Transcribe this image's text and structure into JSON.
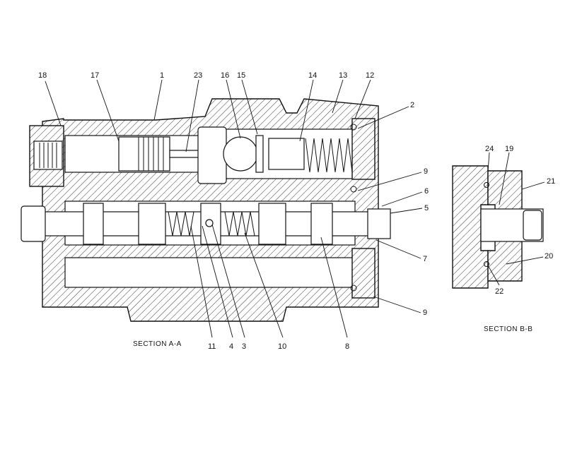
{
  "captions": {
    "section_aa": "SECTION  A-A",
    "section_bb": "SECTION  B-B"
  },
  "callouts": [
    {
      "id": "18",
      "label": "18"
    },
    {
      "id": "17",
      "label": "17"
    },
    {
      "id": "1",
      "label": "1"
    },
    {
      "id": "23",
      "label": "23"
    },
    {
      "id": "16",
      "label": "16"
    },
    {
      "id": "15",
      "label": "15"
    },
    {
      "id": "14",
      "label": "14"
    },
    {
      "id": "13",
      "label": "13"
    },
    {
      "id": "12",
      "label": "12"
    },
    {
      "id": "2",
      "label": "2"
    },
    {
      "id": "9a",
      "label": "9"
    },
    {
      "id": "6",
      "label": "6"
    },
    {
      "id": "5",
      "label": "5"
    },
    {
      "id": "7",
      "label": "7"
    },
    {
      "id": "9b",
      "label": "9"
    },
    {
      "id": "11",
      "label": "11"
    },
    {
      "id": "4",
      "label": "4"
    },
    {
      "id": "3",
      "label": "3"
    },
    {
      "id": "10",
      "label": "10"
    },
    {
      "id": "8",
      "label": "8"
    },
    {
      "id": "24",
      "label": "24"
    },
    {
      "id": "19",
      "label": "19"
    },
    {
      "id": "21",
      "label": "21"
    },
    {
      "id": "20",
      "label": "20"
    },
    {
      "id": "22",
      "label": "22"
    }
  ]
}
